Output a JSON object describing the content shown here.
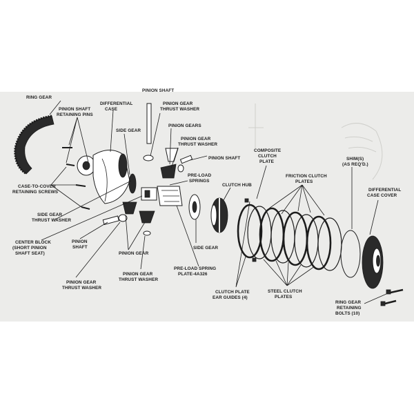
{
  "labels": {
    "ring_gear": "RING GEAR",
    "pinion_shaft_top": "PINION SHAFT",
    "pinion_shaft_retaining_pins": [
      "PINION SHAFT",
      "RETAINING PINS"
    ],
    "differential_case": [
      "DIFFERENTIAL",
      "CASE"
    ],
    "pinion_gear_thrust_washer_top": [
      "PINION GEAR",
      "THRUST WASHER"
    ],
    "side_gear_top": "SIDE GEAR",
    "pinion_gears": "PINION GEARS",
    "pinion_gear_thrust_washer_mid": [
      "PINION GEAR",
      "THRUST WASHER"
    ],
    "pinion_shaft_right": "PINION SHAFT",
    "composite_clutch_plate": [
      "COMPOSITE",
      "CLUTCH",
      "PLATE"
    ],
    "shims": [
      "SHIM(S)",
      "(AS REQ'D.)"
    ],
    "friction_clutch_plates": [
      "FRICTION CLUTCH",
      "PLATES"
    ],
    "differential_case_cover": [
      "DIFFERENTIAL",
      "CASE COVER"
    ],
    "pre_load_springs": [
      "PRE-LOAD",
      "SPRINGS"
    ],
    "clutch_hub": "CLUTCH HUB",
    "case_to_cover_screws": [
      "CASE-TO-COVER",
      "RETAINING SCREWS"
    ],
    "side_gear_thrust_washer": [
      "SIDE GEAR",
      "THRUST WASHER"
    ],
    "center_block": [
      "CENTER BLOCK",
      "(SHORT PINION",
      "SHAFT SEAT)"
    ],
    "pinion_shaft_low": [
      "PINION",
      "SHAFT"
    ],
    "pinion_gear_low": "PINION GEAR",
    "side_gear_low": "SIDE GEAR",
    "pre_load_spring_plate": [
      "PRE-LOAD SPRING",
      "PLATE-4A326"
    ],
    "pinion_gear_thrust_washer_low": [
      "PINION GEAR",
      "THRUST WASHER"
    ],
    "pinion_gear_thrust_washer_low2": [
      "PINION GEAR",
      "THRUST WASHER"
    ],
    "clutch_plate_ear_guides": [
      "CLUTCH PLATE",
      "EAR GUIDES (4)"
    ],
    "steel_clutch_plates": [
      "STEEL CLUTCH",
      "PLATES"
    ],
    "ring_gear_retaining_bolts": [
      "RING GEAR",
      "RETAINING",
      "BOLTS (10)"
    ]
  },
  "colors": {
    "ink": "#1c1c1c",
    "paper": "#ececea",
    "background": "#ffffff"
  }
}
